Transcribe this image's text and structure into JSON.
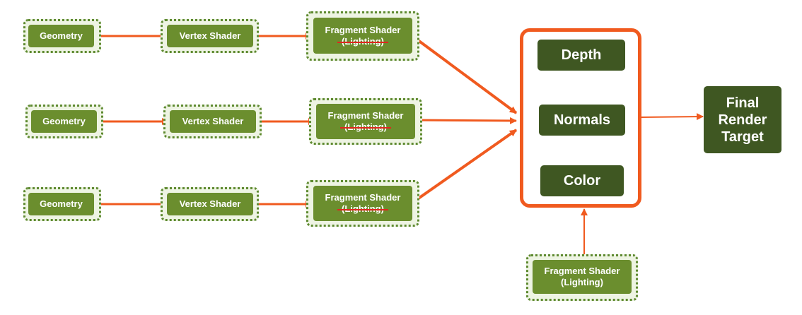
{
  "rows": [
    {
      "geometry": "Geometry",
      "vertex": "Vertex Shader",
      "fragment": "Fragment Shader",
      "lighting": "(Lighting)"
    },
    {
      "geometry": "Geometry",
      "vertex": "Vertex Shader",
      "fragment": "Fragment Shader",
      "lighting": "(Lighting)"
    },
    {
      "geometry": "Geometry",
      "vertex": "Vertex Shader",
      "fragment": "Fragment Shader",
      "lighting": "(Lighting)"
    }
  ],
  "gbuffer": {
    "depth": "Depth",
    "normals": "Normals",
    "color": "Color"
  },
  "final_target": "Final Render Target",
  "lighting_pass": {
    "fragment": "Fragment Shader",
    "lighting": "(Lighting)"
  },
  "colors": {
    "arrow": "#f05a1f",
    "node": "#6b8e2e",
    "dark_node": "#3f5722",
    "strike": "#e0271f"
  }
}
